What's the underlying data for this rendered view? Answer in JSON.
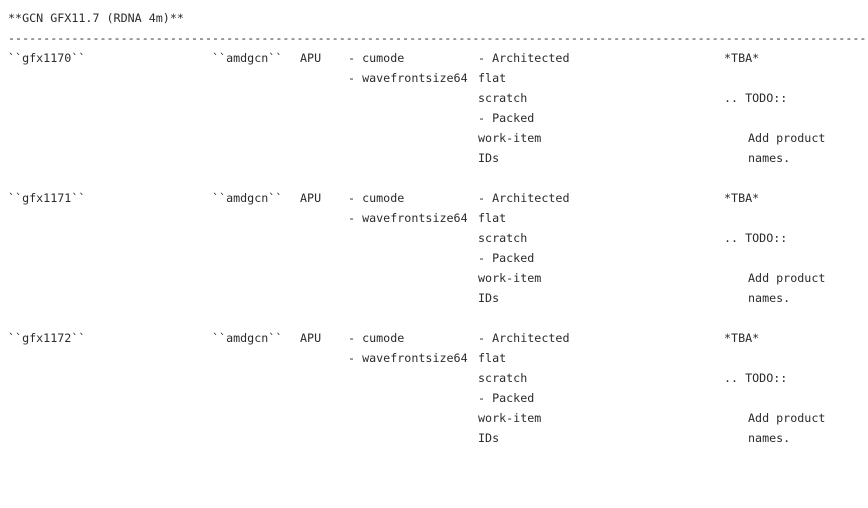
{
  "document": {
    "heading": "**GCN GFX11.7 (RDNA 4m)**",
    "separator": "--------------------------------------------------------------------------------------------------------------------------------",
    "rows": [
      {
        "name": "``gfx1170``",
        "target": "``amdgcn``",
        "kind": "APU",
        "features": [
          "- cumode",
          "- wavefrontsize64"
        ],
        "attributes": [
          "- Architected",
          "flat",
          "scratch",
          "- Packed",
          "work-item",
          "IDs"
        ],
        "notes": [
          "*TBA*",
          "",
          ".. TODO::",
          "",
          "Add product",
          "names."
        ]
      },
      {
        "name": "``gfx1171``",
        "target": "``amdgcn``",
        "kind": "APU",
        "features": [
          "- cumode",
          "- wavefrontsize64"
        ],
        "attributes": [
          "- Architected",
          "flat",
          "scratch",
          "- Packed",
          "work-item",
          "IDs"
        ],
        "notes": [
          "*TBA*",
          "",
          ".. TODO::",
          "",
          "Add product",
          "names."
        ]
      },
      {
        "name": "``gfx1172``",
        "target": "``amdgcn``",
        "kind": "APU",
        "features": [
          "- cumode",
          "- wavefrontsize64"
        ],
        "attributes": [
          "- Architected",
          "flat",
          "scratch",
          "- Packed",
          "work-item",
          "IDs"
        ],
        "notes": [
          "*TBA*",
          "",
          ".. TODO::",
          "",
          "Add product",
          "names."
        ]
      }
    ],
    "colors": {
      "text": "#2b2b2b",
      "background": "#ffffff"
    }
  }
}
